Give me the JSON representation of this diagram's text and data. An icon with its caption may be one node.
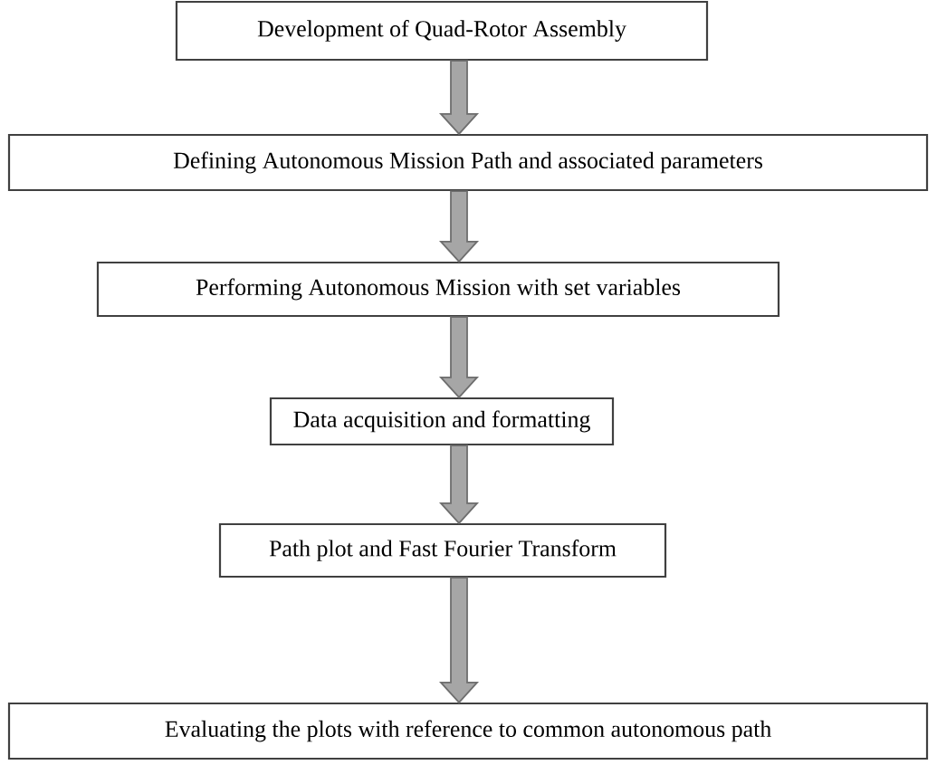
{
  "diagram": {
    "nodes": [
      {
        "text": [
          "Development of Quad-Rotor Assembly"
        ]
      },
      {
        "text": [
          "Defining Autonomous Mission Path and associated parameters"
        ]
      },
      {
        "text": [
          "Performing Autonomous Mission with set variables"
        ]
      },
      {
        "text": [
          "Data acquisition and formatting"
        ]
      },
      {
        "text": [
          "Path plot and Fast Fourier Transform"
        ]
      },
      {
        "text": [
          "Evaluating the plots with reference to common autonomous path"
        ]
      }
    ],
    "edges": [
      {
        "from": 0,
        "to": 1,
        "arrow": "to"
      },
      {
        "from": 1,
        "to": 2,
        "arrow": "to"
      },
      {
        "from": 2,
        "to": 3,
        "arrow": "to"
      },
      {
        "from": 3,
        "to": 4,
        "arrow": "to"
      },
      {
        "from": 4,
        "to": 5,
        "arrow": "to"
      }
    ]
  }
}
